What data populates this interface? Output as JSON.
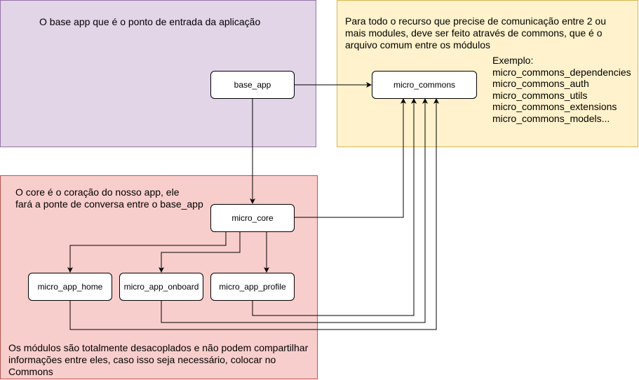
{
  "regions": {
    "base": {
      "note": "O base app que é o ponto de entrada da aplicação"
    },
    "commons": {
      "note_lines": [
        "Para todo o recurso que precise de comunicação entre 2 ou",
        "mais modules, deve ser feito através de commons, que é o",
        "arquivo comum entre os módulos"
      ],
      "example_lines": [
        "Exemplo:",
        "micro_commons_dependencies",
        "micro_commons_auth",
        "micro_commons_utils",
        "micro_commons_extensions",
        "micro_commons_models..."
      ]
    },
    "core": {
      "note_lines": [
        "O core é o coração do nosso app, ele",
        "fará a ponte de conversa entre o base_app"
      ],
      "bottom_note_lines": [
        "Os módulos são totalmente desacoplados e não podem compartilhar",
        "informações entre eles, caso isso seja necessário, colocar no",
        "Commons"
      ]
    }
  },
  "nodes": {
    "base_app": "base_app",
    "micro_commons": "micro_commons",
    "micro_core": "micro_core",
    "micro_app_home": "micro_app_home",
    "micro_app_onboard": "micro_app_onboard",
    "micro_app_profile": "micro_app_profile"
  }
}
